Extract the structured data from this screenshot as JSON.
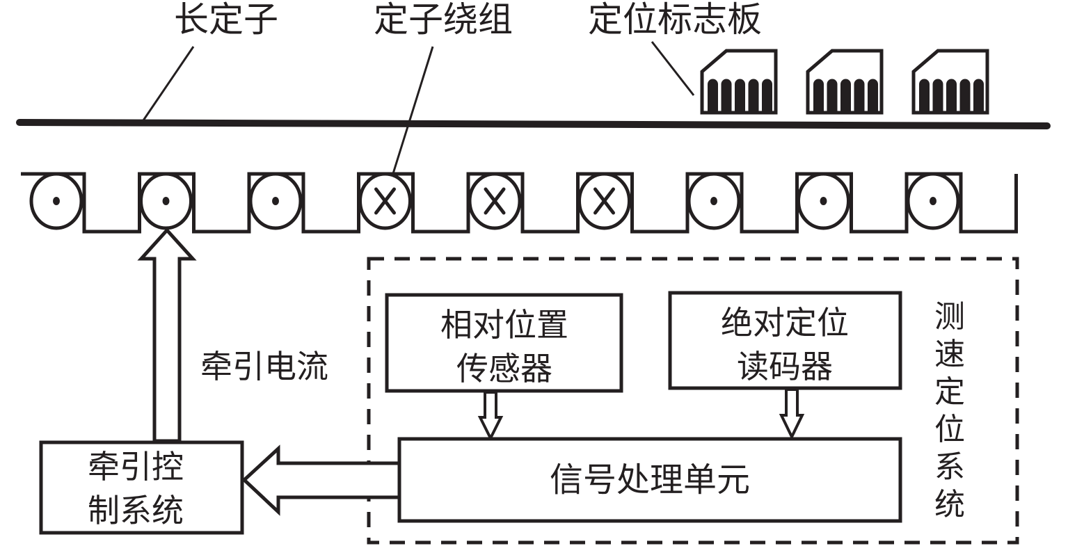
{
  "labels": {
    "long_stator": "长定子",
    "stator_winding": "定子绕组",
    "position_marker_board": "定位标志板",
    "traction_current": "牵引电流",
    "speed_positioning_system": "测速定位系统"
  },
  "blocks": {
    "relative_position_sensor": [
      "相对位置",
      "传感器"
    ],
    "absolute_position_reader": [
      "绝对定位",
      "读码器"
    ],
    "signal_processing_unit": [
      "信号处理单元"
    ],
    "traction_control_system": [
      "牵引控",
      "制系统"
    ]
  },
  "windings": [
    "out",
    "out",
    "out",
    "in",
    "in",
    "in",
    "out",
    "out",
    "out"
  ],
  "marker_board_count": 3,
  "colors": {
    "stroke": "#231f20",
    "background": "#ffffff"
  }
}
